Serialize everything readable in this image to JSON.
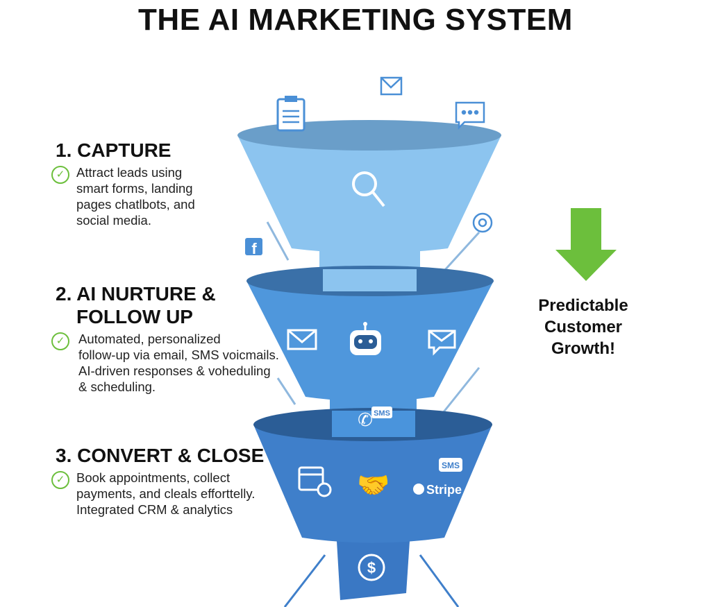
{
  "title": "THE AI MARKETING SYSTEM",
  "steps": [
    {
      "heading": "1. CAPTURE",
      "description": [
        "Attract leads using",
        "smart forms, landing",
        "pages chatlbots, and",
        "social media."
      ]
    },
    {
      "heading_lines": [
        "2. AI NURTURE &",
        "FOLLOW UP"
      ],
      "description": [
        "Automated, personalized",
        "follow-up via email, SMS voicmails.",
        "AI-driven responses & voheduling",
        "& scheduling."
      ]
    },
    {
      "heading": "3. CONVERT & CLOSE",
      "description": [
        "Book appointments, collect",
        "payments, and cleals efforttelly.",
        "Integrated CRM & analytics"
      ]
    }
  ],
  "outcome": {
    "lines": [
      "Predictable",
      "Customer",
      "Growth!"
    ]
  },
  "icons": {
    "sms_label": "SMS",
    "stripe_label": "Stripe",
    "dollar": "$"
  },
  "colors": {
    "funnel1": "#8cc4ef",
    "funnel2": "#4f97dc",
    "funnel3": "#3f7fca",
    "green": "#6cbf3c"
  }
}
